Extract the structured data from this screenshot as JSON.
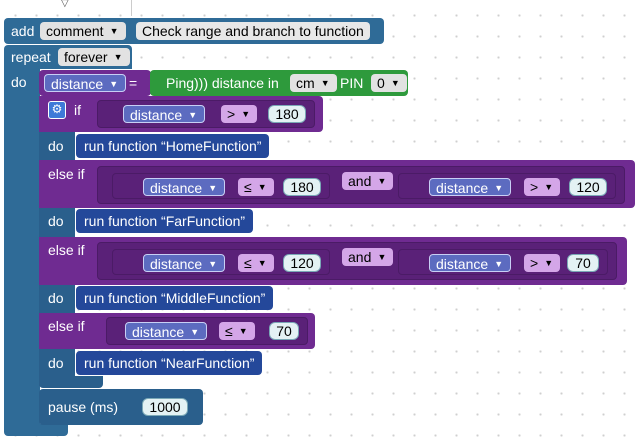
{
  "comment_block": {
    "label": "add",
    "dropdown": "comment",
    "text": "Check range and branch to function"
  },
  "repeat_block": {
    "label": "repeat",
    "dropdown": "forever",
    "do_label": "do"
  },
  "assign": {
    "var": "distance",
    "op": "=",
    "sensor": "Ping))) distance in",
    "unit": "cm",
    "pin_label": "PIN",
    "pin": "0"
  },
  "if_block": {
    "if_label": "if",
    "do_label": "do",
    "else_if_label": "else if",
    "cond1": {
      "var": "distance",
      "op": ">",
      "value": "180"
    },
    "call1": "run function “HomeFunction”",
    "cond2": {
      "a_var": "distance",
      "a_op": "≤",
      "a_value": "180",
      "join": "and",
      "b_var": "distance",
      "b_op": ">",
      "b_value": "120"
    },
    "call2": "run function “FarFunction”",
    "cond3": {
      "a_var": "distance",
      "a_op": "≤",
      "a_value": "120",
      "join": "and",
      "b_var": "distance",
      "b_op": ">",
      "b_value": "70"
    },
    "call3": "run function “MiddleFunction”",
    "cond4": {
      "var": "distance",
      "op": "≤",
      "value": "70"
    },
    "call4": "run function “NearFunction”"
  },
  "pause": {
    "label": "pause (ms)",
    "value": "1000"
  },
  "colors": {
    "blue": "#2f6b97",
    "purple": "#6f2b91",
    "green": "#2e9a3c",
    "navy": "#24489a"
  }
}
